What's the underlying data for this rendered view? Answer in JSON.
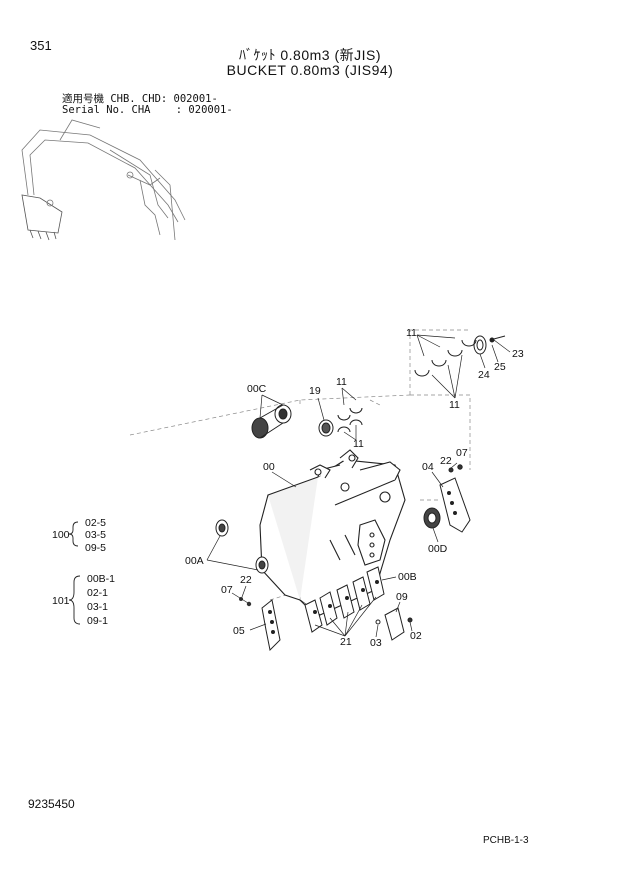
{
  "header": {
    "page_number": "351",
    "title_jp": "ﾊﾞｹｯﾄ 0.80m3 (新JIS)",
    "title_en": "BUCKET 0.80m3 (JIS94)",
    "applicability": [
      "適用号機 CHB. CHD: 002001-",
      "Serial No. CHA    : 020001-"
    ]
  },
  "callouts": {
    "c11_top": "11",
    "c23": "23",
    "c24": "24",
    "c25": "25",
    "c11_right": "11",
    "c00C": "00C",
    "c19": "19",
    "c11_mid": "11",
    "c11_mid2": "11",
    "c22_right": "22",
    "c07_right": "07",
    "c04": "04",
    "c00": "00",
    "c00D": "00D",
    "c00A": "00A",
    "c00B": "00B",
    "c22_left": "22",
    "c07_left": "07",
    "c09": "09",
    "c05": "05",
    "c21": "21",
    "c03": "03",
    "c02": "02"
  },
  "groups": [
    {
      "id": "100",
      "items": [
        "02-5",
        "03-5",
        "09-5"
      ]
    },
    {
      "id": "101",
      "items": [
        "00B-1",
        "02-1",
        "03-1",
        "09-1"
      ]
    }
  ],
  "footer": {
    "drawing_id": "9235450",
    "sheet_ref": "PCHB-1-3"
  }
}
